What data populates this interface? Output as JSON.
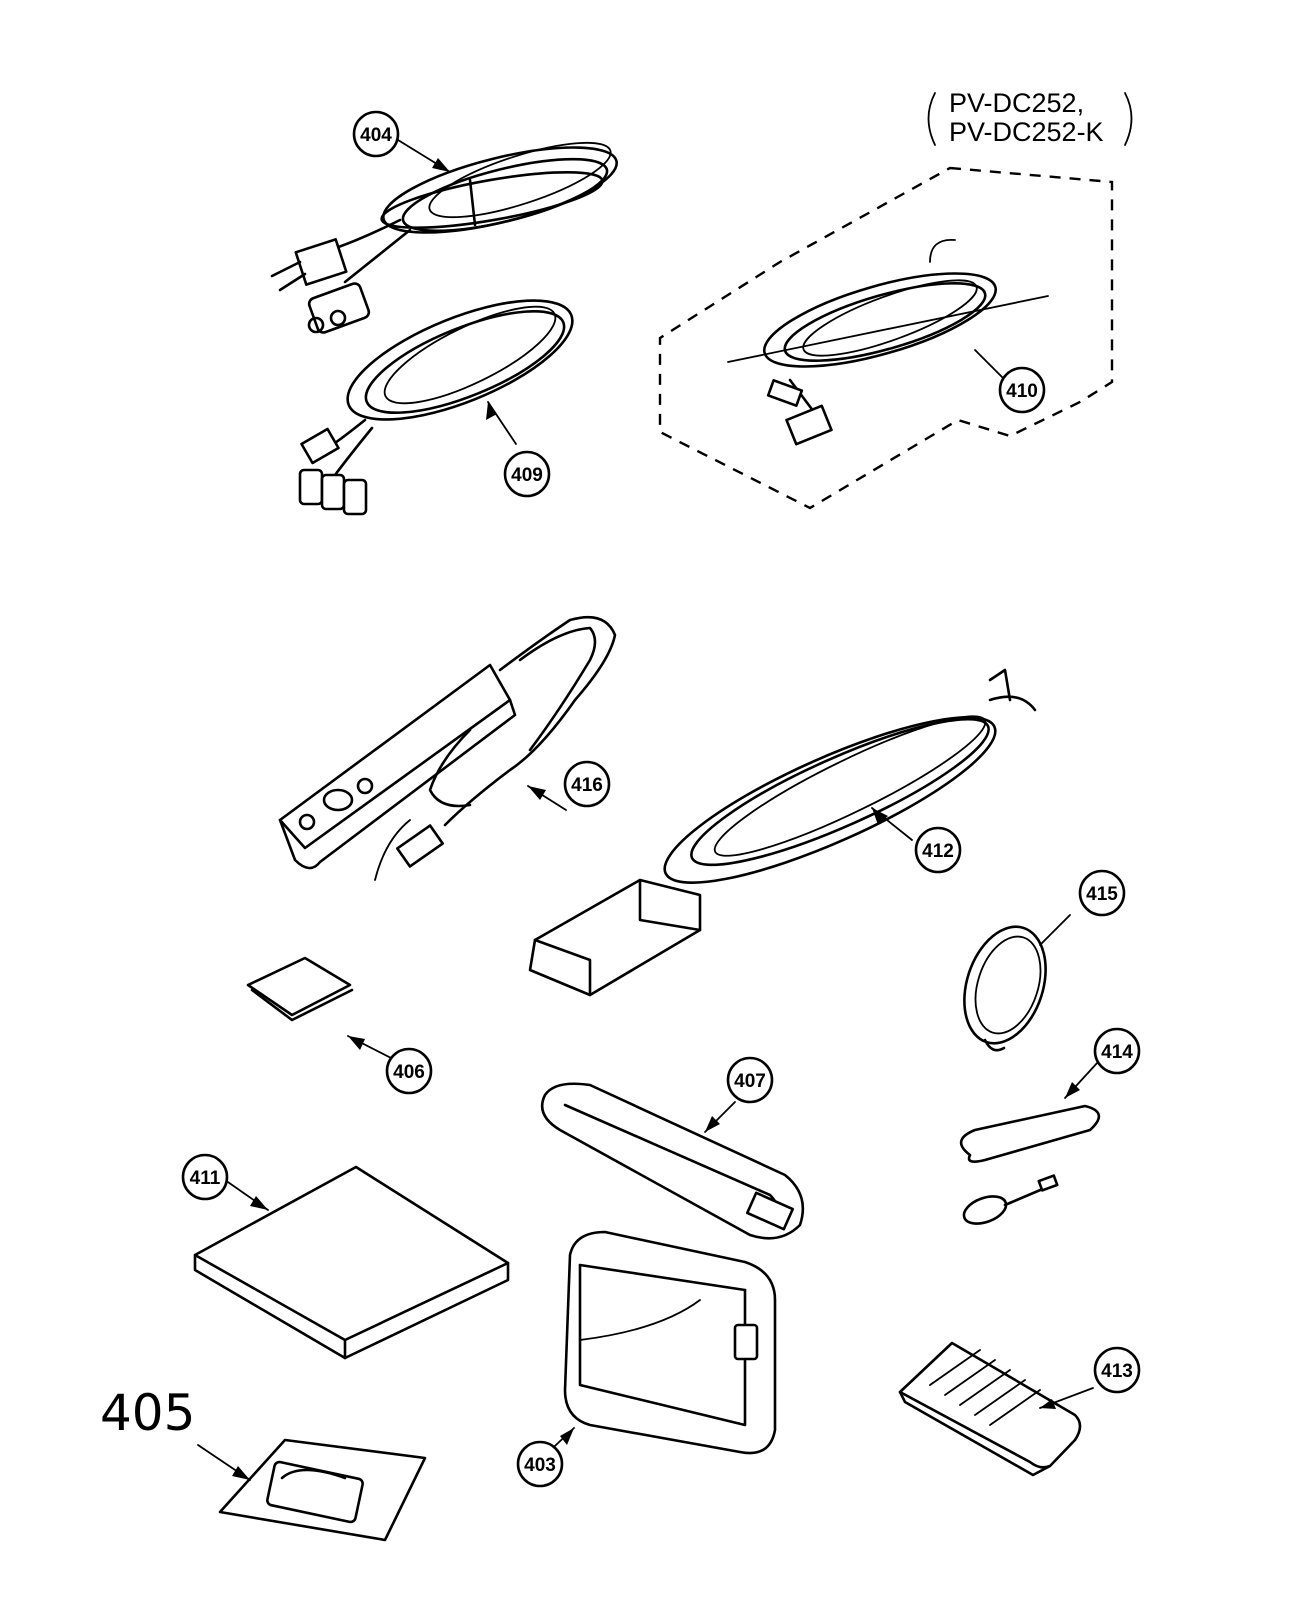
{
  "variant_note": {
    "line1": "PV-DC252,",
    "line2": "PV-DC252-K"
  },
  "handwritten_label": "405",
  "parts": [
    {
      "id": "p404",
      "label": "404"
    },
    {
      "id": "p409",
      "label": "409"
    },
    {
      "id": "p410",
      "label": "410"
    },
    {
      "id": "p416",
      "label": "416"
    },
    {
      "id": "p412",
      "label": "412"
    },
    {
      "id": "p415",
      "label": "415"
    },
    {
      "id": "p406",
      "label": "406"
    },
    {
      "id": "p407",
      "label": "407"
    },
    {
      "id": "p414",
      "label": "414"
    },
    {
      "id": "p411",
      "label": "411"
    },
    {
      "id": "p413",
      "label": "413"
    },
    {
      "id": "p403",
      "label": "403"
    }
  ]
}
